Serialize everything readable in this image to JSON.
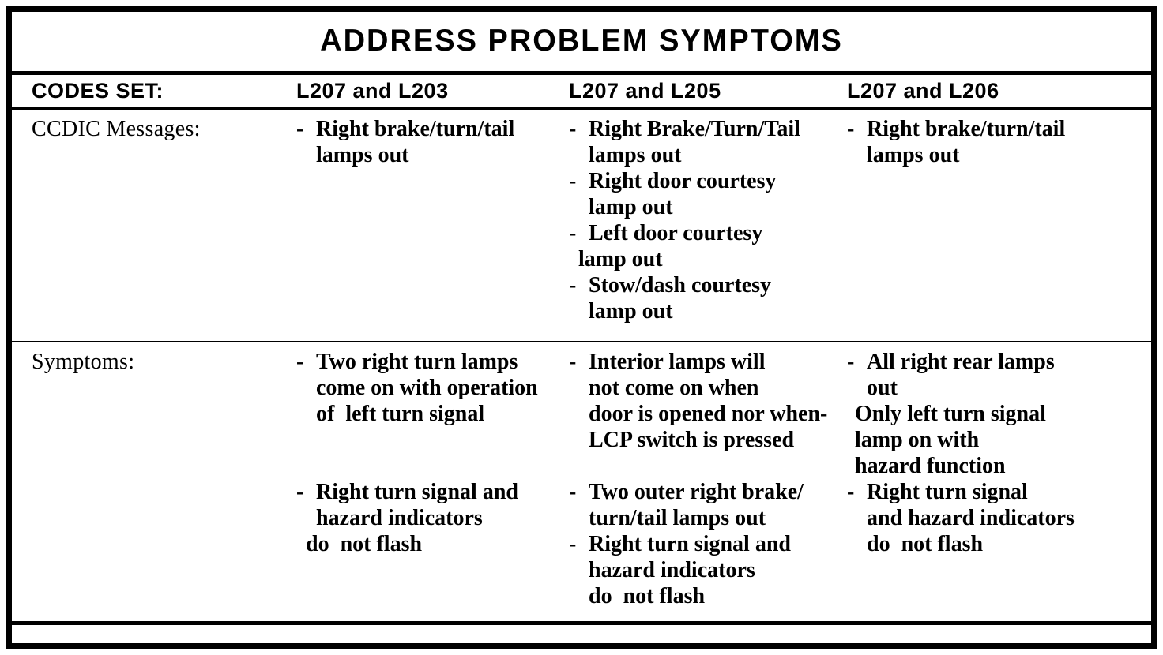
{
  "title": "ADDRESS PROBLEM SYMPTOMS",
  "header": {
    "label": "CODES SET:",
    "columns": [
      "L207 and L203",
      "L207 and L205",
      "L207 and L206"
    ]
  },
  "rows": [
    {
      "label": "CCDIC Messages:",
      "cells": [
        {
          "items": [
            {
              "dash": "-",
              "lines": [
                "Right brake/turn/tail",
                "lamps out"
              ]
            }
          ]
        },
        {
          "items": [
            {
              "dash": "-",
              "lines": [
                "Right Brake/Turn/Tail",
                "lamps out"
              ]
            },
            {
              "dash": "-",
              "lines": [
                "Right door courtesy",
                "lamp out"
              ]
            },
            {
              "dash": "-",
              "lines": [
                "Left door courtesy",
                "lamp out"
              ],
              "outdent": [
                1
              ]
            },
            {
              "dash": "-",
              "lines": [
                "Stow/dash courtesy",
                "lamp out"
              ]
            }
          ]
        },
        {
          "items": [
            {
              "dash": "-",
              "lines": [
                "Right brake/turn/tail",
                "lamps out"
              ]
            }
          ]
        }
      ]
    },
    {
      "label": "Symptoms:",
      "cells": [
        {
          "items": [
            {
              "dash": "-",
              "lines": [
                "Two right turn lamps",
                "come on with operation",
                "of  left turn signal"
              ]
            },
            {
              "dash": "-",
              "gap": "lg",
              "lines": [
                "Right turn signal and",
                "hazard indicators",
                "do  not flash"
              ],
              "outdent": [
                2
              ]
            }
          ]
        },
        {
          "items": [
            {
              "dash": "-",
              "lines": [
                "Interior lamps will",
                "not come on when",
                "door is opened nor when-",
                "LCP switch is pressed"
              ]
            },
            {
              "dash": "-",
              "gap": "sm",
              "lines": [
                "Two outer right brake/",
                "turn/tail lamps out"
              ]
            },
            {
              "dash": "-",
              "lines": [
                "Right turn signal and",
                "hazard indicators",
                "do  not flash"
              ]
            }
          ]
        },
        {
          "items": [
            {
              "dash": "-",
              "lines": [
                "All right rear lamps",
                "out"
              ]
            },
            {
              "dash": "",
              "tight": true,
              "lines": [
                "Only left turn signal",
                "lamp on with",
                "hazard function"
              ]
            },
            {
              "dash": "-",
              "lines": [
                "Right turn signal",
                "and hazard indicators",
                "do  not flash"
              ]
            }
          ]
        }
      ]
    }
  ]
}
